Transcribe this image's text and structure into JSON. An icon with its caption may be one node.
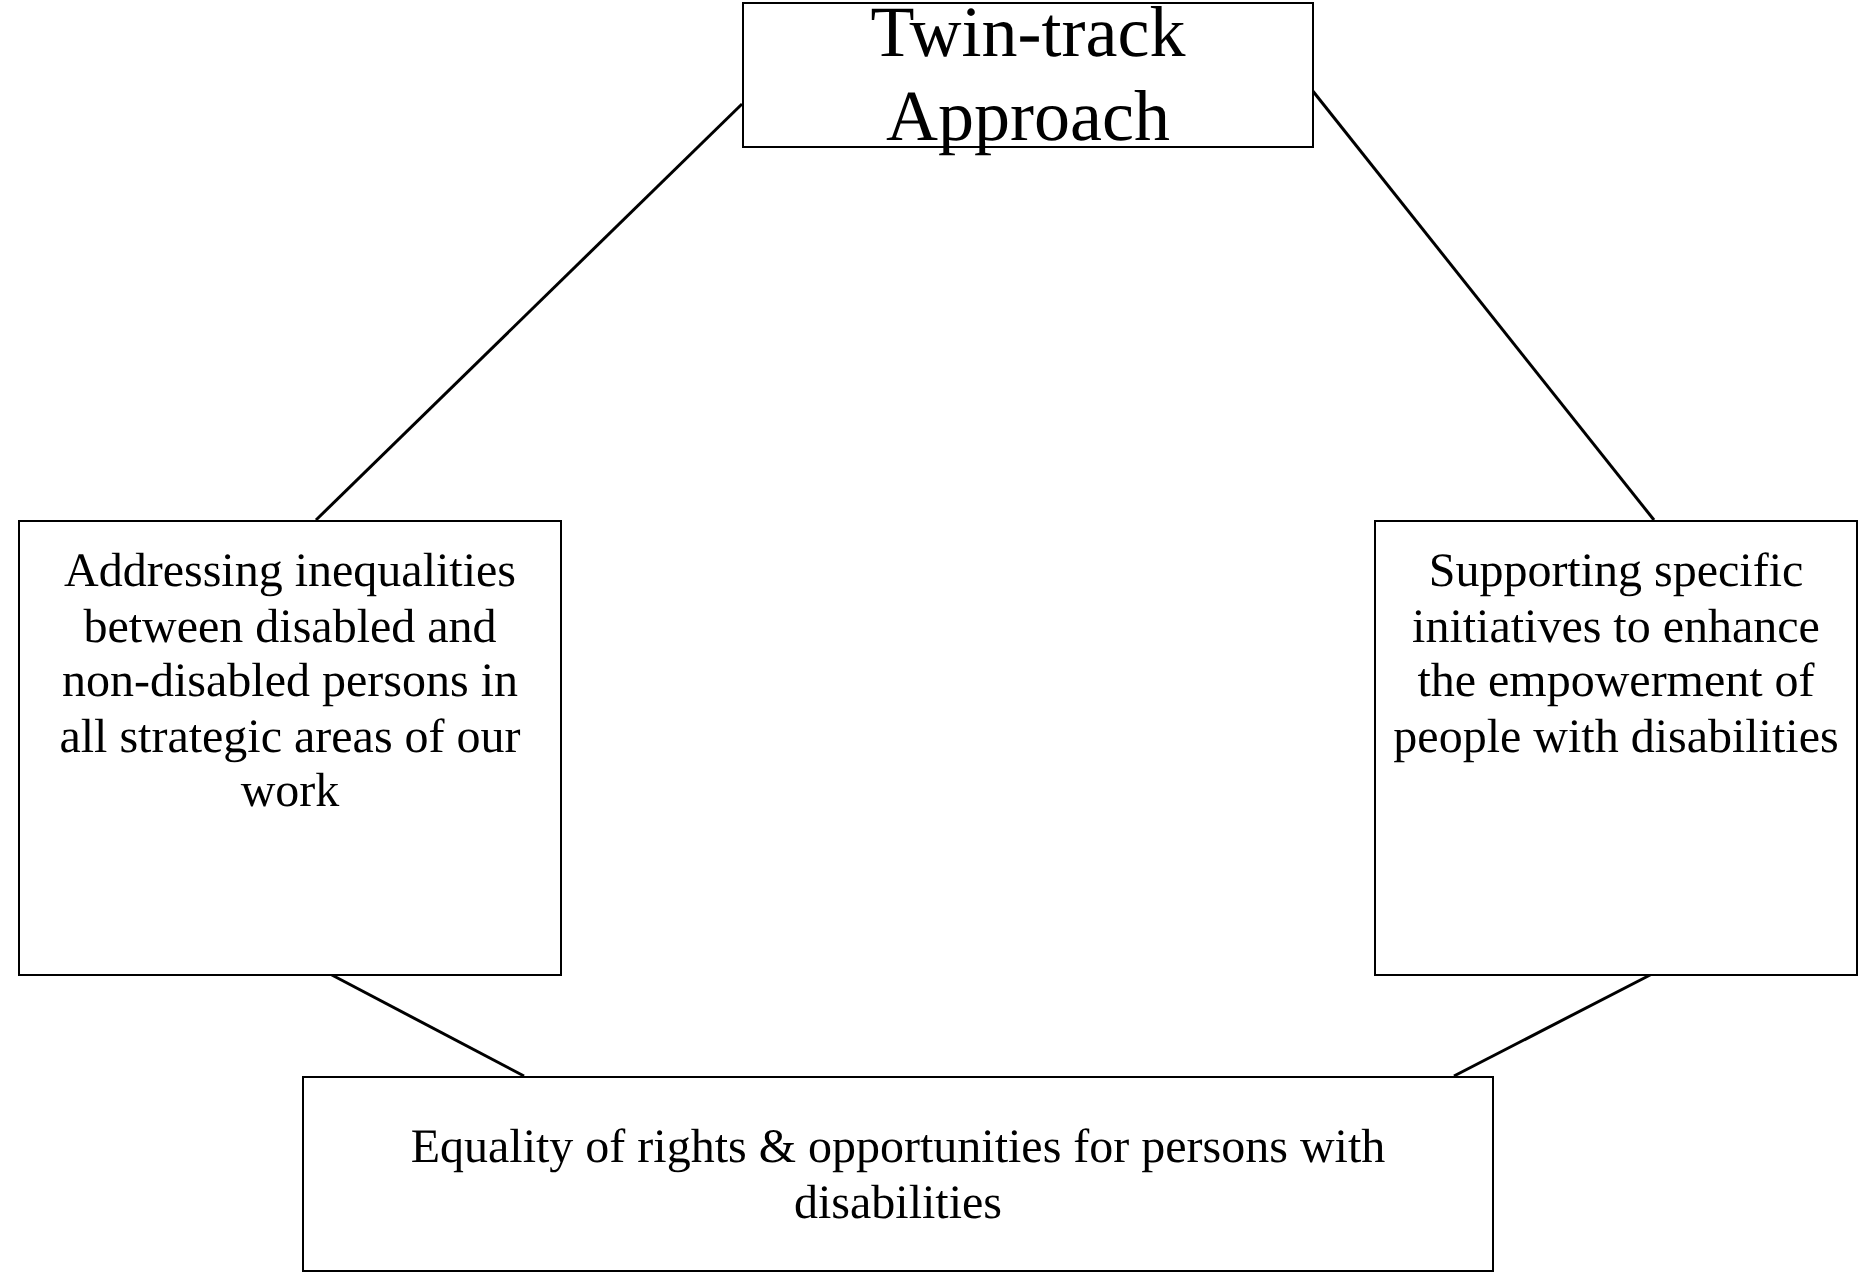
{
  "diagram": {
    "nodes": [
      {
        "text": [
          "Twin-track Approach"
        ]
      },
      {
        "text": [
          "Addressing inequalities between disabled and non-disabled persons in all strategic areas of our work"
        ]
      },
      {
        "text": [
          "Supporting specific initiatives to enhance the empowerment of people with disabilities"
        ]
      },
      {
        "text": [
          "Equality of rights & opportunities for persons with disabilities"
        ]
      }
    ],
    "edges": [
      {
        "from": 0,
        "to": 1,
        "arrow": "none"
      },
      {
        "from": 0,
        "to": 2,
        "arrow": "none"
      },
      {
        "from": 1,
        "to": 3,
        "arrow": "none"
      },
      {
        "from": 2,
        "to": 3,
        "arrow": "none"
      }
    ]
  }
}
